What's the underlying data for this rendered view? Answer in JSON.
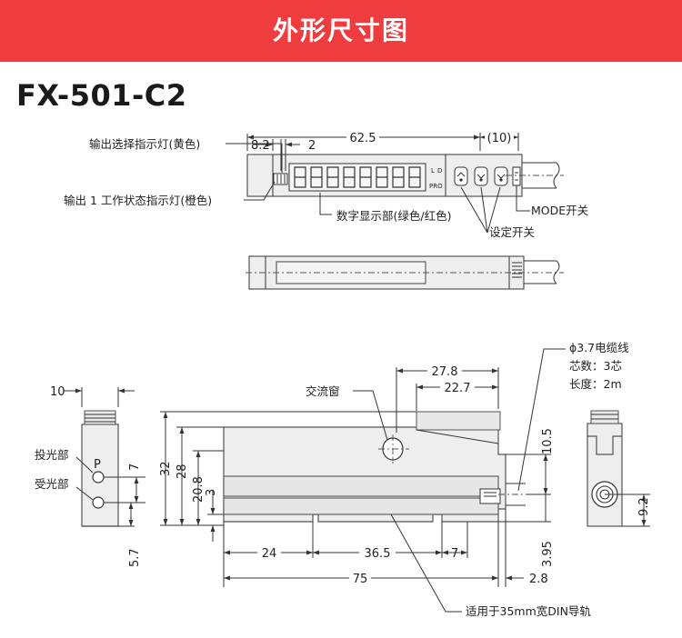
{
  "header": {
    "title": "外形尺寸图",
    "bg_color": "#ef3c3f"
  },
  "model": "FX-501-C2",
  "top_view": {
    "dims": {
      "overall_length": "62.5",
      "dim_8_2": "8.2",
      "dim_2": "2",
      "dim_10": "(10)"
    },
    "labels": {
      "output_select_indicator": "输出选择指示灯(黄色)",
      "output1_status_indicator": "输出 1 工作状态指示灯(橙色)",
      "digital_display": "数字显示部(绿色/红色)",
      "mode_switch": "MODE开关",
      "setting_switch": "设定开关"
    },
    "panel_text": {
      "l": "L",
      "d": "D",
      "pro": "PRO"
    }
  },
  "front_view": {
    "labels": {
      "light_window": "交流窗",
      "cable": "ϕ3.7电缆线",
      "cores": "芯数：3芯",
      "length": "长度：2m",
      "din_rail": "适用于35mm宽DIN导轨"
    },
    "dims": {
      "d27_8": "27.8",
      "d22_7": "22.7",
      "d10_5": "10.5",
      "d32": "32",
      "d28": "28",
      "d20_8": "20.8",
      "d3": "3",
      "d24": "24",
      "d36_5": "36.5",
      "d7": "7",
      "d3_95": "3.95",
      "d75": "75",
      "d2_8": "2.8"
    }
  },
  "left_view": {
    "labels": {
      "emitter": "投光部",
      "receiver": "受光部",
      "p": "P"
    },
    "dims": {
      "d10": "10",
      "d7": "7",
      "d5_7": "5.7"
    }
  },
  "right_view": {
    "dims": {
      "d9_2": "9.2"
    }
  }
}
